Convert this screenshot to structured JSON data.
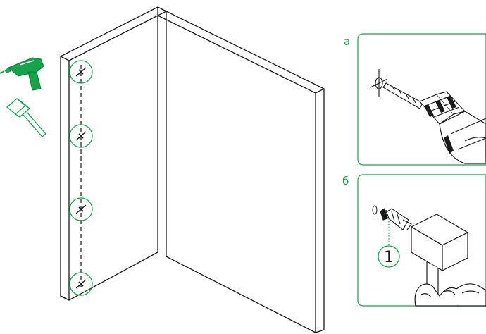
{
  "colors": {
    "accent": "#16a34a",
    "line": "#1a1a1a"
  },
  "icons": {
    "drill": "drill-icon",
    "hammer": "hammer-icon"
  },
  "panels": [
    {
      "id": "a",
      "label": "а"
    },
    {
      "id": "b",
      "label": "б"
    }
  ],
  "callouts": [
    {
      "id": "1",
      "text": "1"
    }
  ],
  "drill_marks_count": 4
}
